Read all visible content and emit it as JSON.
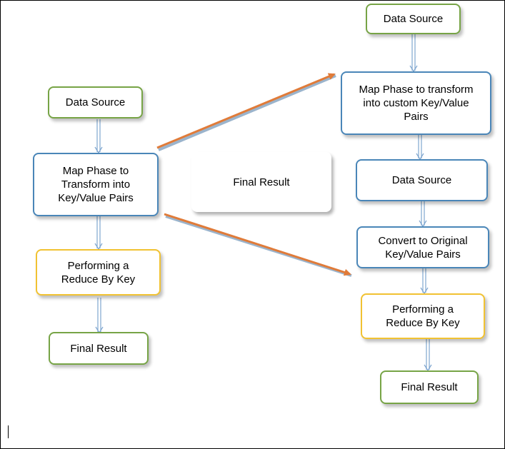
{
  "left": {
    "data_source": "Data Source",
    "map_phase": "Map Phase to Transform into Key/Value Pairs",
    "reduce": "Performing a Reduce By Key",
    "final": "Final Result"
  },
  "middle": {
    "final": "Final Result"
  },
  "right": {
    "data_source_top": "Data Source",
    "map_phase": "Map Phase to transform into custom Key/Value Pairs",
    "data_source_mid": "Data Source",
    "convert": "Convert to Original Key/Value Pairs",
    "reduce": "Performing a Reduce By Key",
    "final": "Final Result"
  },
  "colors": {
    "green": "#77a446",
    "blue": "#4a86b8",
    "yellow": "#f1c232",
    "arrow_orange": "#e07b39",
    "arrow_blue": "#7ea6cf"
  }
}
